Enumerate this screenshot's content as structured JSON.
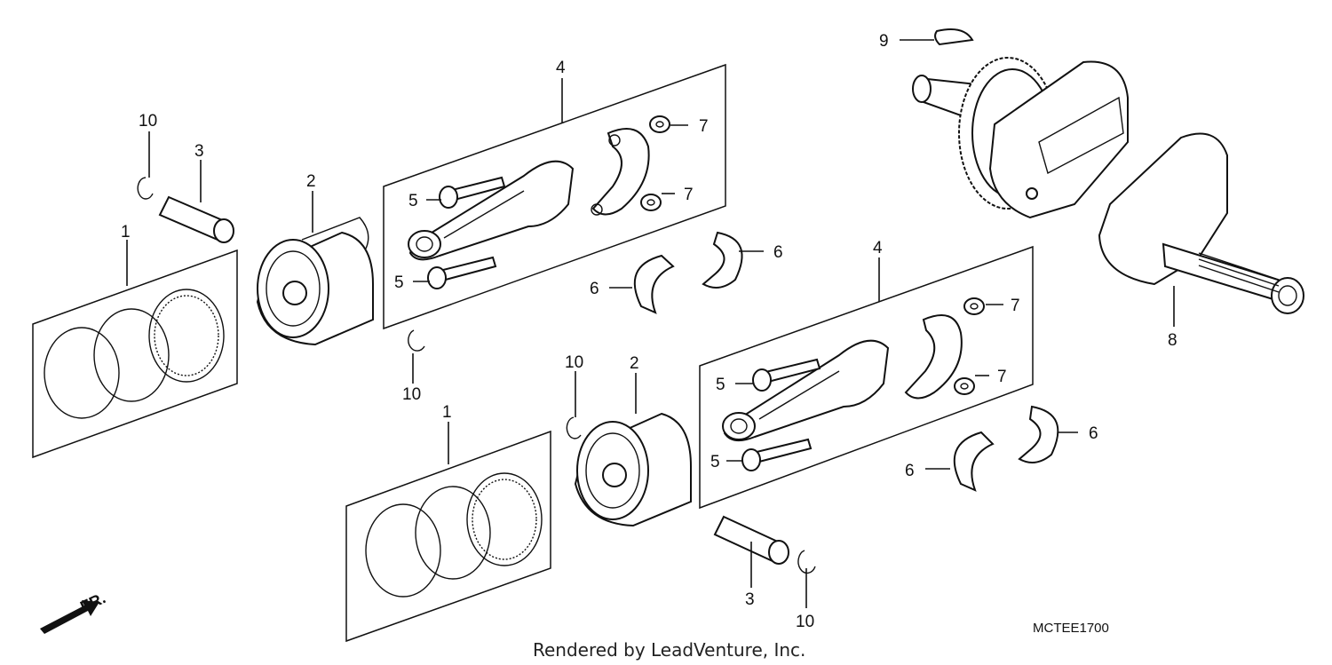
{
  "diagram": {
    "callouts": {
      "ring_set_upper": "1",
      "ring_set_lower": "1",
      "piston_upper": "2",
      "piston_lower": "2",
      "pin_upper": "3",
      "pin_lower": "3",
      "rod_upper": "4",
      "rod_lower": "4",
      "bolt_upper_a": "5",
      "bolt_upper_b": "5",
      "bolt_lower_a": "5",
      "bolt_lower_b": "5",
      "bearing_upper_a": "6",
      "bearing_upper_b": "6",
      "bearing_lower_a": "6",
      "bearing_lower_b": "6",
      "nut_upper_a": "7",
      "nut_upper_b": "7",
      "nut_lower_a": "7",
      "nut_lower_b": "7",
      "crankshaft": "8",
      "key": "9",
      "clip_upper_a": "10",
      "clip_upper_b": "10",
      "clip_lower_a": "10",
      "clip_lower_b": "10"
    },
    "front_marker": "FR.",
    "diagram_code": "MCTEE1700",
    "credit": "Rendered by LeadVenture, Inc."
  }
}
